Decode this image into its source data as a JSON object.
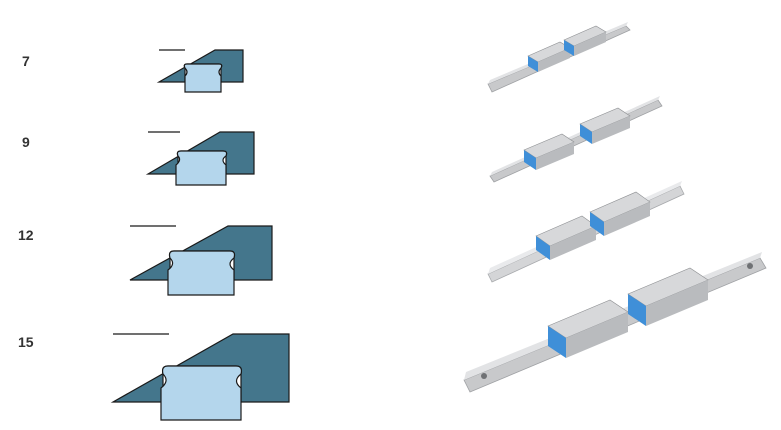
{
  "sizes": [
    {
      "label": "7"
    },
    {
      "label": "9"
    },
    {
      "label": "12"
    },
    {
      "label": "15"
    }
  ],
  "colors": {
    "carriage_body": "#44768c",
    "rail_body": "#b4d6ec",
    "outline": "#1a1a1a",
    "carriage_photo_accent": "#3f8fd8",
    "rail_photo": "#c8c9cb",
    "label_text": "#333333"
  }
}
